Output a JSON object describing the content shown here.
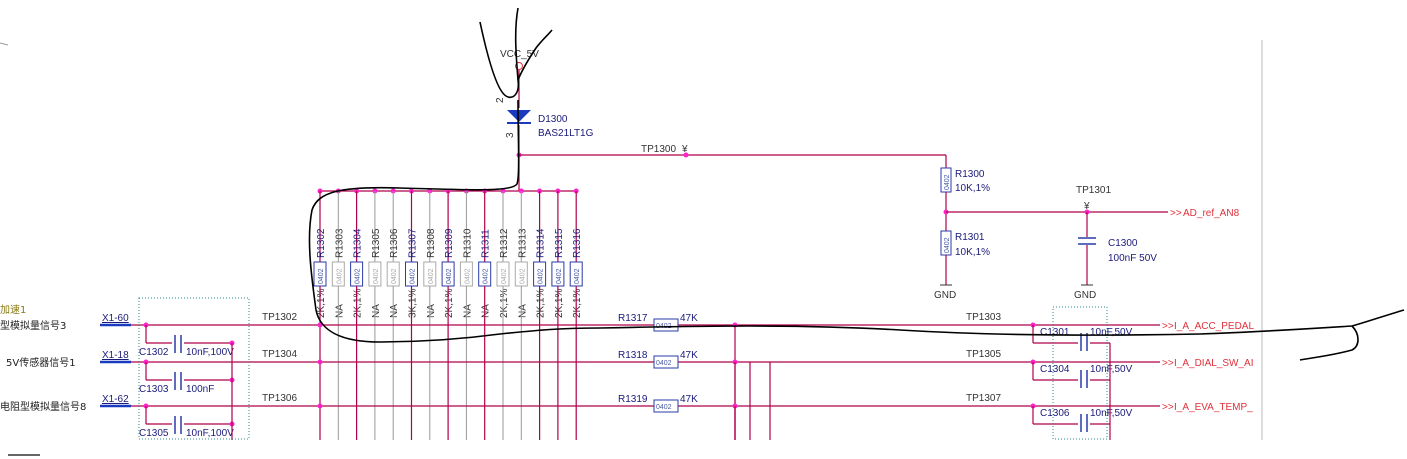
{
  "power": {
    "vcc": "VCC_5V",
    "diode_ref": "D1300",
    "diode_part": "BAS21LT1G",
    "pin2": "2",
    "pin3": "3"
  },
  "testpoints": {
    "tp1300": "TP1300",
    "tp1301": "TP1301",
    "tp1302": "TP1302",
    "tp1303": "TP1303",
    "tp1304": "TP1304",
    "tp1305": "TP1305",
    "tp1306": "TP1306",
    "tp1307": "TP1307"
  },
  "divider": {
    "r1300_ref": "R1300",
    "r1300_val": "10K,1%",
    "r1300_pkg": "0402",
    "r1301_ref": "R1301",
    "r1301_val": "10K,1%",
    "r1301_pkg": "0402",
    "gnd1": "GND",
    "gnd2": "GND",
    "c1300_ref": "C1300",
    "c1300_val": "100nF 50V",
    "net_out": "AD_ref_AN8"
  },
  "resistor_bank": [
    {
      "ref": "R1302",
      "val": "2K,1%",
      "pkg": "0402",
      "fitted": true
    },
    {
      "ref": "R1303",
      "val": "NA",
      "pkg": "0402",
      "fitted": false
    },
    {
      "ref": "R1304",
      "val": "2K,1%",
      "pkg": "0402",
      "fitted": true
    },
    {
      "ref": "R1305",
      "val": "NA",
      "pkg": "0402",
      "fitted": false
    },
    {
      "ref": "R1306",
      "val": "NA",
      "pkg": "0402",
      "fitted": false
    },
    {
      "ref": "R1307",
      "val": "3K,1%",
      "pkg": "0402",
      "fitted": true
    },
    {
      "ref": "R1308",
      "val": "NA",
      "pkg": "0402",
      "fitted": false
    },
    {
      "ref": "R1309",
      "val": "2K,1%",
      "pkg": "0402",
      "fitted": true
    },
    {
      "ref": "R1310",
      "val": "NA",
      "pkg": "0402",
      "fitted": false
    },
    {
      "ref": "R1311",
      "val": "NA",
      "pkg": "0402",
      "fitted": true
    },
    {
      "ref": "R1312",
      "val": "2K,1%",
      "pkg": "0402",
      "fitted": false
    },
    {
      "ref": "R1313",
      "val": "NA",
      "pkg": "0402",
      "fitted": false
    },
    {
      "ref": "R1314",
      "val": "2K,1%",
      "pkg": "0402",
      "fitted": true
    },
    {
      "ref": "R1315",
      "val": "2K,1%",
      "pkg": "0402",
      "fitted": true
    },
    {
      "ref": "R1316",
      "val": "2K,1%",
      "pkg": "0402",
      "fitted": true
    }
  ],
  "rows": [
    {
      "label_cn": "加速1",
      "label2": "型模拟量信号3",
      "connector": "X1-60",
      "cap_ref": "C1302",
      "cap_val": "10nF,100V",
      "r_ref": "R1317",
      "r_val": "47K",
      "r_pkg": "0402",
      "tp_left": "TP1302",
      "tp_right": "TP1303",
      "cap2_ref": "C1301",
      "cap2_val": "10nF,50V",
      "net": "I_A_ACC_PEDAL"
    },
    {
      "label_cn": "",
      "label2": "5V传感器信号1",
      "connector": "X1-18",
      "cap_ref": "C1303",
      "cap_val": "100nF",
      "r_ref": "R1318",
      "r_val": "47K",
      "r_pkg": "0402",
      "tp_left": "TP1304",
      "tp_right": "TP1305",
      "cap2_ref": "C1304",
      "cap2_val": "10nF,50V",
      "net": "I_A_DIAL_SW_AI"
    },
    {
      "label_cn": "",
      "label2": "电阻型模拟量信号8",
      "connector": "X1-62",
      "cap_ref": "C1305",
      "cap_val": "10nF,100V",
      "r_ref": "R1319",
      "r_val": "47K",
      "r_pkg": "0402",
      "tp_left": "TP1306",
      "tp_right": "TP1307",
      "cap2_ref": "C1306",
      "cap2_val": "10nF,50V",
      "net": "I_A_EVA_TEMP_"
    }
  ]
}
